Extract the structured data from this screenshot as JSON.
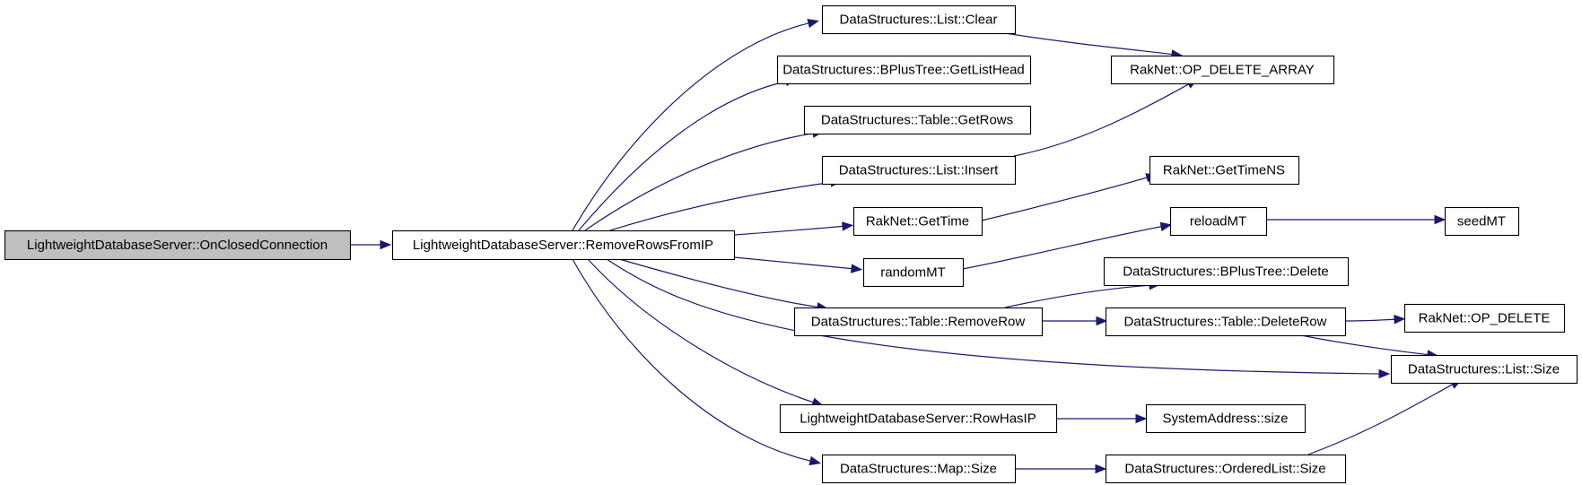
{
  "diagram": {
    "type": "call-graph",
    "colors": {
      "edge": "#191970",
      "root_fill": "#bfbfbf",
      "node_fill": "#ffffff",
      "border": "#000000"
    },
    "nodes": [
      {
        "id": "onclosed",
        "label": "LightweightDatabaseServer::OnClosedConnection",
        "root": true
      },
      {
        "id": "removerows",
        "label": "LightweightDatabaseServer::RemoveRowsFromIP"
      },
      {
        "id": "listclear",
        "label": "DataStructures::List::Clear"
      },
      {
        "id": "getlisthead",
        "label": "DataStructures::BPlusTree::GetListHead"
      },
      {
        "id": "getrows",
        "label": "DataStructures::Table::GetRows"
      },
      {
        "id": "listinsert",
        "label": "DataStructures::List::Insert"
      },
      {
        "id": "gettime",
        "label": "RakNet::GetTime"
      },
      {
        "id": "randommt",
        "label": "randomMT"
      },
      {
        "id": "removerow",
        "label": "DataStructures::Table::RemoveRow"
      },
      {
        "id": "rowhasip",
        "label": "LightweightDatabaseServer::RowHasIP"
      },
      {
        "id": "mapsize",
        "label": "DataStructures::Map::Size"
      },
      {
        "id": "opdeletearray",
        "label": "RakNet::OP_DELETE_ARRAY"
      },
      {
        "id": "gettimens",
        "label": "RakNet::GetTimeNS"
      },
      {
        "id": "reloadmt",
        "label": "reloadMT"
      },
      {
        "id": "bplusdelete",
        "label": "DataStructures::BPlusTree::Delete"
      },
      {
        "id": "deleterow",
        "label": "DataStructures::Table::DeleteRow"
      },
      {
        "id": "sysaddrsize",
        "label": "SystemAddress::size"
      },
      {
        "id": "orderedlistsize",
        "label": "DataStructures::OrderedList::Size"
      },
      {
        "id": "seedmt",
        "label": "seedMT"
      },
      {
        "id": "opdelete",
        "label": "RakNet::OP_DELETE"
      },
      {
        "id": "listsize",
        "label": "DataStructures::List::Size"
      }
    ],
    "edges": [
      {
        "from": "onclosed",
        "to": "removerows"
      },
      {
        "from": "removerows",
        "to": "listclear"
      },
      {
        "from": "removerows",
        "to": "getlisthead"
      },
      {
        "from": "removerows",
        "to": "getrows"
      },
      {
        "from": "removerows",
        "to": "listinsert"
      },
      {
        "from": "removerows",
        "to": "gettime"
      },
      {
        "from": "removerows",
        "to": "randommt"
      },
      {
        "from": "removerows",
        "to": "removerow"
      },
      {
        "from": "removerows",
        "to": "listsize"
      },
      {
        "from": "removerows",
        "to": "rowhasip"
      },
      {
        "from": "removerows",
        "to": "mapsize"
      },
      {
        "from": "listclear",
        "to": "opdeletearray"
      },
      {
        "from": "listinsert",
        "to": "opdeletearray"
      },
      {
        "from": "gettime",
        "to": "gettimens"
      },
      {
        "from": "randommt",
        "to": "reloadmt"
      },
      {
        "from": "reloadmt",
        "to": "seedmt"
      },
      {
        "from": "removerow",
        "to": "bplusdelete"
      },
      {
        "from": "removerow",
        "to": "deleterow"
      },
      {
        "from": "deleterow",
        "to": "opdelete"
      },
      {
        "from": "deleterow",
        "to": "listsize"
      },
      {
        "from": "rowhasip",
        "to": "sysaddrsize"
      },
      {
        "from": "mapsize",
        "to": "orderedlistsize"
      },
      {
        "from": "orderedlistsize",
        "to": "listsize"
      }
    ]
  }
}
